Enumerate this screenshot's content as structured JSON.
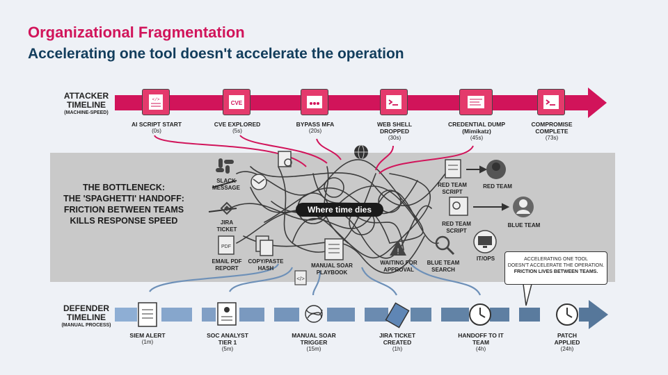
{
  "header": {
    "title": "Organizational Fragmentation",
    "subtitle": "Accelerating one tool doesn't accelerate the operation"
  },
  "attacker": {
    "label_line1": "ATTACKER",
    "label_line2": "TIMELINE",
    "label_sub": "(MACHINE-SPEED)",
    "steps": [
      {
        "label": "AI SCRIPT START",
        "time": "(0s)"
      },
      {
        "label": "CVE EXPLORED",
        "time": "(5s)"
      },
      {
        "label": "BYPASS MFA",
        "time": "(20s)"
      },
      {
        "label": "WEB SHELL DROPPED",
        "time": "(30s)"
      },
      {
        "label": "CREDENTIAL DUMP (Mimikatz)",
        "time": "(45s)"
      },
      {
        "label": "COMPROMISE COMPLETE",
        "time": "(73s)"
      }
    ],
    "cve_badge": "CVE",
    "color": "#d1145a"
  },
  "bottleneck": {
    "line1": "THE BOTTLENECK:",
    "line2": "THE 'SPAGHETTI' HANDOFF:",
    "line3": "FRICTION BETWEEN TEAMS",
    "line4": "KILLS RESPONSE SPEED",
    "center_label": "Where time dies",
    "nodes": {
      "slack": "SLACK MESSAGE",
      "jira": "JIRA TICKET",
      "email": "EMAIL PDF REPORT",
      "copy": "COPY/PASTE HASH",
      "soar": "MANUAL SOAR PLAYBOOK",
      "approval": "WAITING FOR APPROVAL",
      "blue_search": "BLUE TEAM SEARCH",
      "itops": "IT/OPS",
      "red_script": "RED TEAM SCRIPT",
      "red_team": "RED TEAM",
      "red_script2": "RED TEAM SCRIPT",
      "blue_team": "BLUE TEAM"
    }
  },
  "callout": {
    "line1": "ACCELERATING ONE TOOL",
    "line2": "DOESN'T ACCELERATE THE OPERATION.",
    "line3": "FRICTION LIVES BETWEEN TEAMS."
  },
  "defender": {
    "label_line1": "DEFENDER",
    "label_line2": "TIMELINE",
    "label_sub": "(MANUAL PROCESS)",
    "steps": [
      {
        "label": "SIEM ALERT",
        "time": "(1m)"
      },
      {
        "label": "SOC ANALYST TIER 1",
        "time": "(5m)"
      },
      {
        "label": "MANUAL SOAR TRIGGER",
        "time": "(15m)"
      },
      {
        "label": "JIRA TICKET CREATED",
        "time": "(1h)"
      },
      {
        "label": "HANDOFF TO IT TEAM",
        "time": "(4h)"
      },
      {
        "label": "PATCH APPLIED",
        "time": "(24h)"
      }
    ],
    "color": "#5b7fa8"
  }
}
